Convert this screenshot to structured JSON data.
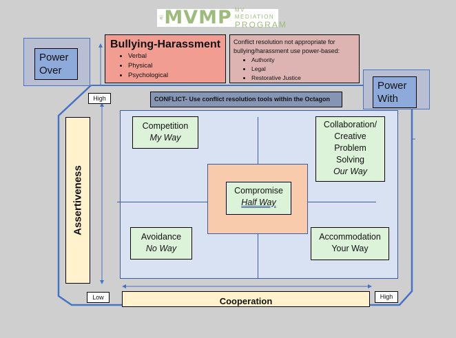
{
  "logo": {
    "brand": "MVMP",
    "line1": "MV MEDIATION",
    "line2": "PROGRAM",
    "leaf_icon": "❦"
  },
  "power_over": {
    "line1": "Power",
    "line2": "Over"
  },
  "power_with": {
    "line1": "Power",
    "line2": "With"
  },
  "bullying": {
    "title": "Bullying-Harassment",
    "items": [
      "Verbal",
      "Physical",
      "Psychological"
    ]
  },
  "conflict_resolution_note": {
    "text": "Conflict resolution not appropriate for bullying/harassment use power-based:",
    "items": [
      "Authority",
      "Legal",
      "Restorative Justice"
    ]
  },
  "conflict_banner": "CONFLICT- Use conflict resolution tools within the Octagon",
  "axes": {
    "y_label": "Assertiveness",
    "y_high": "High",
    "x_label": "Cooperation",
    "x_low": "Low",
    "x_high": "High"
  },
  "styles": {
    "competition": {
      "name": "Competition",
      "way": "My Way"
    },
    "collaboration": {
      "line1": "Collaboration/",
      "line2": "Creative",
      "line3": "Problem",
      "line4": "Solving",
      "way": "Our Way"
    },
    "compromise": {
      "name": "Compromise",
      "way": "Half Way"
    },
    "avoidance": {
      "name": "Avoidance",
      "way": "No Way"
    },
    "accommodation": {
      "name": "Accommodation",
      "way": "Your Way"
    }
  },
  "colors": {
    "line_blue": "#4472c4",
    "bullying_red": "#f19d91",
    "green_box": "#dcf2d9",
    "peach": "#f8cbad",
    "axis_yellow": "#fff2cc"
  }
}
